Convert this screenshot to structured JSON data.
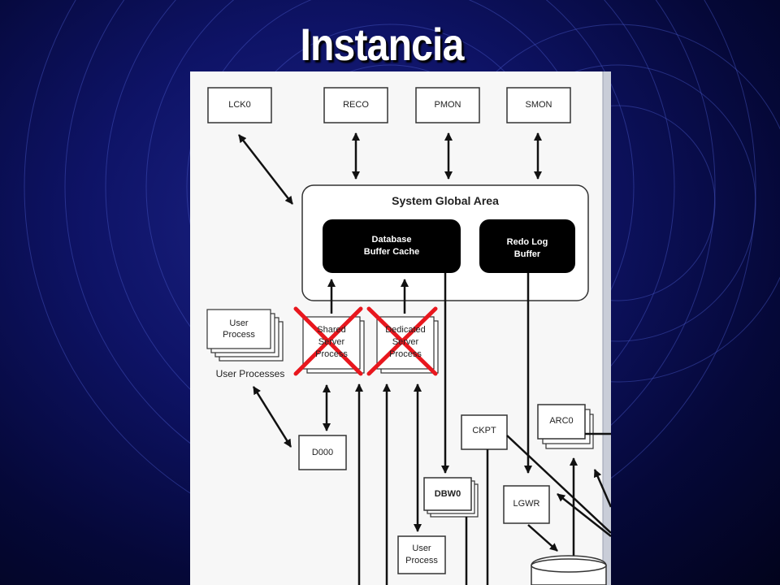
{
  "slide": {
    "title": "Instancia"
  },
  "diagram": {
    "background_processes": {
      "lck0": "LCK0",
      "reco": "RECO",
      "pmon": "PMON",
      "smon": "SMON"
    },
    "sga": {
      "title": "System Global Area",
      "buffer_cache": [
        "Database",
        "Buffer Cache"
      ],
      "redo_buffer": [
        "Redo Log",
        "Buffer"
      ]
    },
    "user_processes": {
      "stack_label": [
        "User",
        "Process"
      ],
      "caption": "User Processes"
    },
    "shared_server": [
      "Shared",
      "Server",
      "Process"
    ],
    "dedicated_server": [
      "Dedicated",
      "Server",
      "Process"
    ],
    "d000": "D000",
    "ckpt": "CKPT",
    "arc0": "ARC0",
    "dbw0": "DBW0",
    "lgwr": "LGWR",
    "user_process_bottom": [
      "User",
      "Process"
    ],
    "cross_color": "#e8171e"
  }
}
